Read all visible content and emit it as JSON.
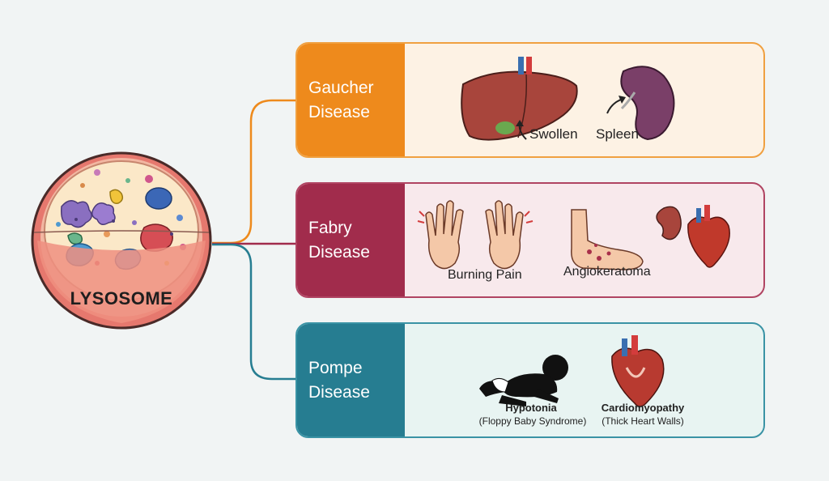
{
  "lysosome": {
    "label": "LYSOSOME"
  },
  "diseases": [
    {
      "title": "Gaucher\nDisease",
      "accent": "#ee8a1c",
      "bg": "#fdf2e4",
      "border": "#f0a040",
      "labels": {
        "swollen": "Swollen",
        "spleen": "Spleen"
      }
    },
    {
      "title": "Fabry\nDisease",
      "accent": "#a12c4c",
      "bg": "#f8e9ec",
      "border": "#b04462",
      "labels": {
        "burning_pain": "Burning Pain",
        "angiokeratoma": "Angiokeratoma"
      }
    },
    {
      "title": "Pompe\nDisease",
      "accent": "#267d91",
      "bg": "#e8f4f2",
      "border": "#3a93a5",
      "labels": {
        "hypotonia": "Hypotonia",
        "hypotonia_sub": "(Floppy Baby Syndrome)",
        "cardiomyopathy": "Cardiomyopathy",
        "cardiomyopathy_sub": "(Thick Heart Walls)"
      }
    }
  ]
}
